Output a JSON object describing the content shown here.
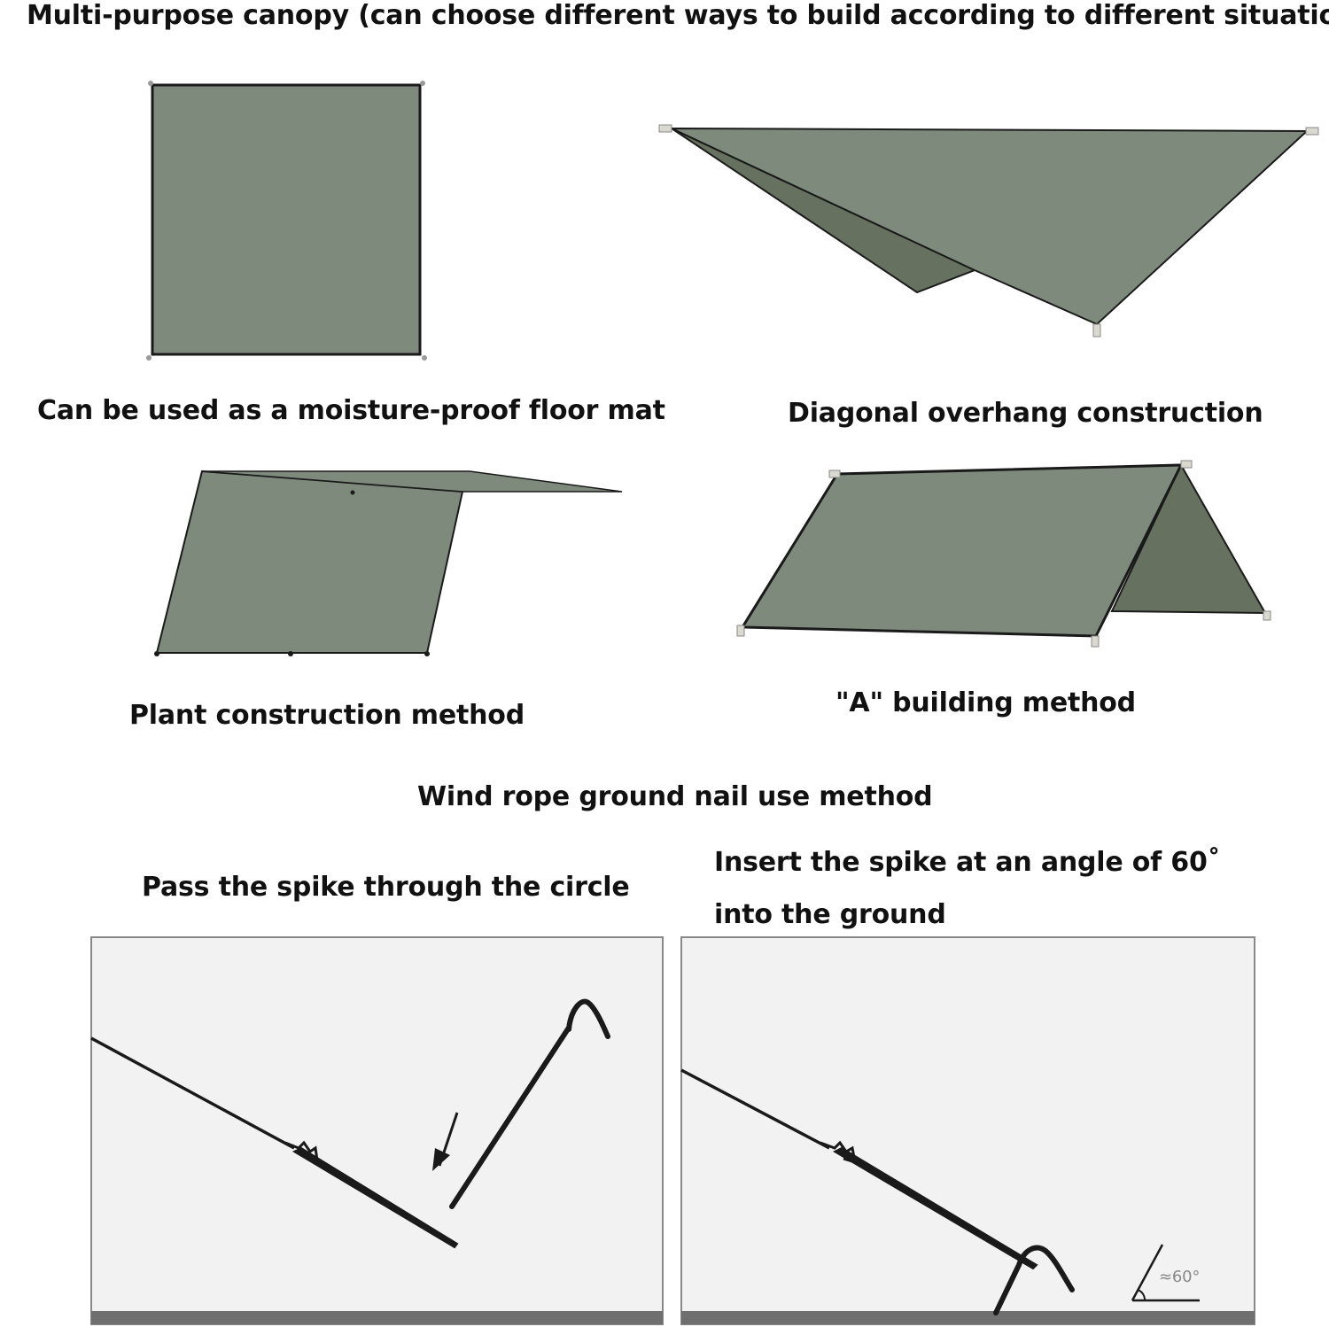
{
  "title": "Multi-purpose canopy (can choose different ways to build according to different situations)",
  "methods": [
    {
      "label": "Can be used as a moisture-proof floor mat"
    },
    {
      "label": "Diagonal overhang construction"
    },
    {
      "label": "Plant construction method"
    },
    {
      "label": "\"A\" building method"
    }
  ],
  "wind_rope": {
    "heading": "Wind rope ground nail use method",
    "step1": "Pass the spike through the circle",
    "step2_line1": "Insert the spike at an angle of 60˚",
    "step2_line2": "into the ground",
    "angle_mark": "≈60°"
  },
  "colors": {
    "tarp": "#7e8b7c",
    "tarp_shadow": "#66715f",
    "outline": "#1a1a1a",
    "panel_bg": "#f2f2f2",
    "ground": "#6f6f6f"
  }
}
